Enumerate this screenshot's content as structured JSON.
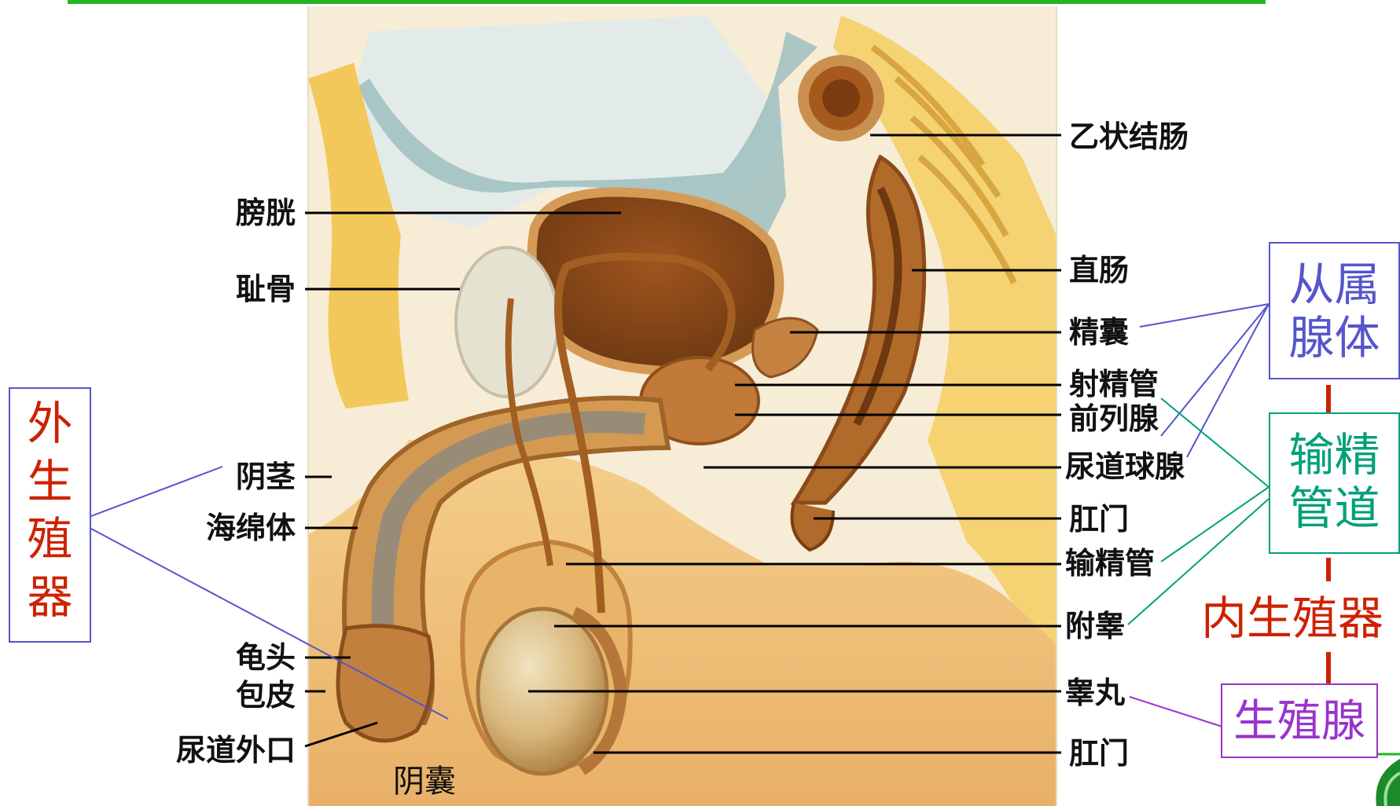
{
  "colors": {
    "top_rule": "#22b422",
    "external_organs": "#cc2200",
    "accessory_glands": "#5555cc",
    "ducts": "#00a07a",
    "internal_organs": "#cc2200",
    "gonads": "#9933cc"
  },
  "labels_left": {
    "bladder": "膀胱",
    "pubis": "耻骨",
    "penis": "阴茎",
    "corpus_cavernosum": "海绵体",
    "glans": "龟头",
    "prepuce": "包皮",
    "urethral_orifice": "尿道外口"
  },
  "labels_bottom": {
    "scrotum": "阴囊"
  },
  "labels_right": {
    "sigmoid_colon": "乙状结肠",
    "rectum": "直肠",
    "seminal_vesicle": "精囊",
    "ejaculatory_duct": "射精管",
    "prostate": "前列腺",
    "bulbourethral_gland": "尿道球腺",
    "anus": "肛门",
    "vas_deferens": "输精管",
    "epididymis": "附睾",
    "testis": "睾丸",
    "anus_lower": "肛门"
  },
  "categories": {
    "external": "外生殖器",
    "accessory_glands": "从属腺体",
    "ducts": "输精管道",
    "internal": "内生殖器",
    "gonads": "生殖腺"
  }
}
